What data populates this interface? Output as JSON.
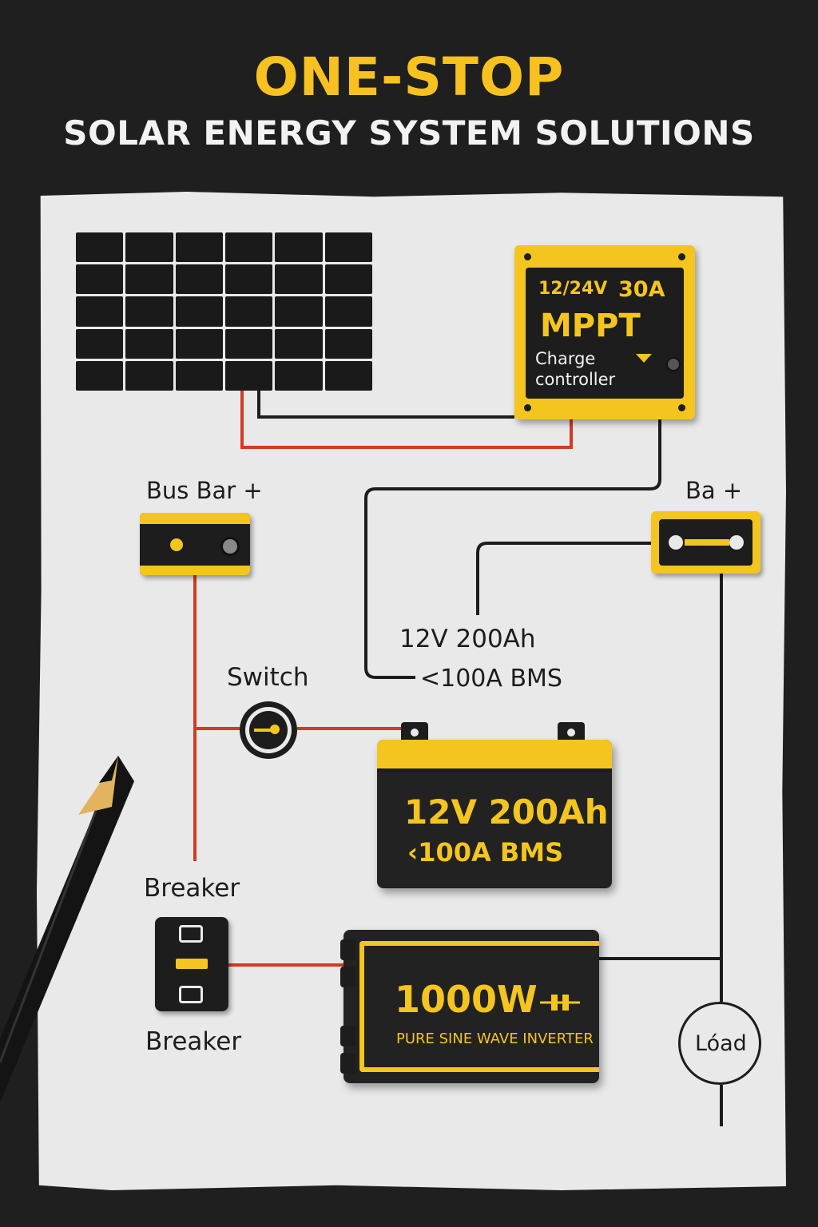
{
  "header": {
    "title": "ONE-STOP",
    "subtitle": "SOLAR ENERGY SYSTEM SOLUTIONS"
  },
  "components": {
    "charge_controller": {
      "spec_voltage": "12/24V",
      "spec_current": "30A",
      "type": "MPPT",
      "label_line1": "Charge",
      "label_line2": "controller"
    },
    "bus_bar": {
      "label": "Bus Bar +"
    },
    "battery_fuse": {
      "label": "Ba +"
    },
    "battery_label": {
      "line1": "12V 200Ah",
      "line2": "<100A BMS"
    },
    "switch": {
      "label": "Switch"
    },
    "battery": {
      "line1": "12V 200Ah",
      "line2": "‹100A BMS"
    },
    "breaker": {
      "label_top": "Breaker",
      "label_bottom": "Breaker"
    },
    "inverter": {
      "power": "1000W",
      "type": "PURE SINE WAVE INVERTER"
    },
    "load": {
      "label": "Lóad"
    }
  },
  "colors": {
    "background": "#1f1f1f",
    "paper": "#e9e9e9",
    "accent_yellow": "#f4c51f",
    "wire_red": "#d23a22",
    "wire_black": "#1d1d1d"
  }
}
